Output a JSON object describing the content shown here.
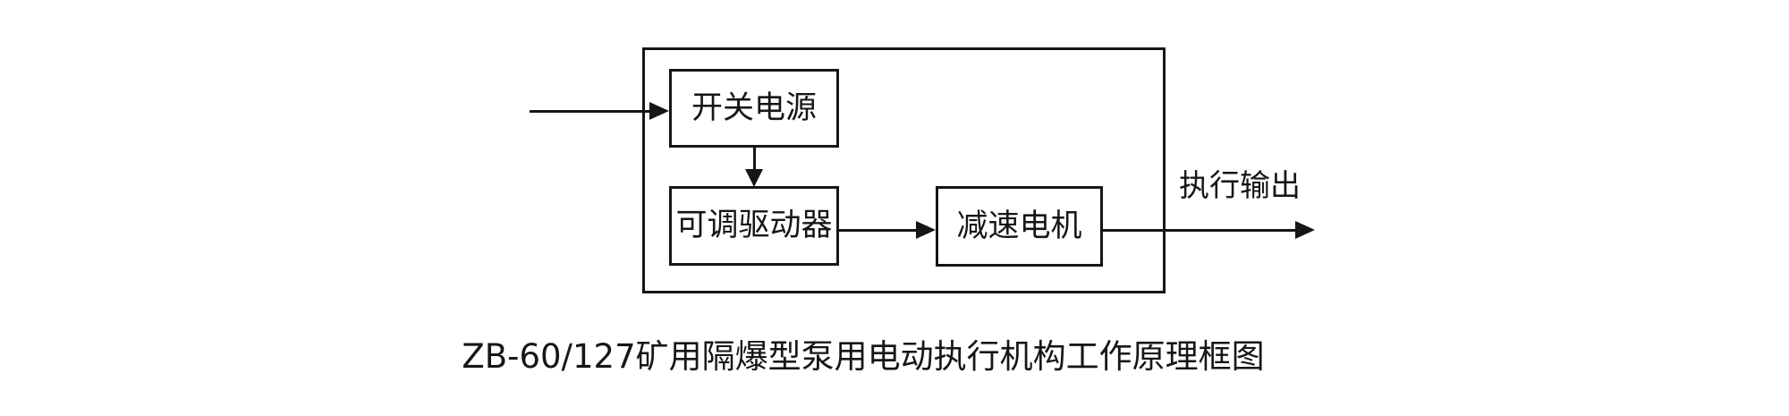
{
  "diagram": {
    "background": "#ffffff",
    "line_color": "#161616",
    "blocks": [
      {
        "id": "switching-power-supply",
        "label": "开关电源"
      },
      {
        "id": "adjustable-driver",
        "label": "可调驱动器"
      },
      {
        "id": "gear-motor",
        "label": "减速电机"
      }
    ],
    "output_label": "执行输出",
    "caption": "ZB-60/127矿用隔爆型泵用电动执行机构工作原理框图",
    "connections": [
      {
        "from": "external-input",
        "to": "switching-power-supply"
      },
      {
        "from": "switching-power-supply",
        "to": "adjustable-driver"
      },
      {
        "from": "adjustable-driver",
        "to": "gear-motor"
      },
      {
        "from": "gear-motor",
        "to": "external-output",
        "label": "执行输出"
      }
    ]
  }
}
